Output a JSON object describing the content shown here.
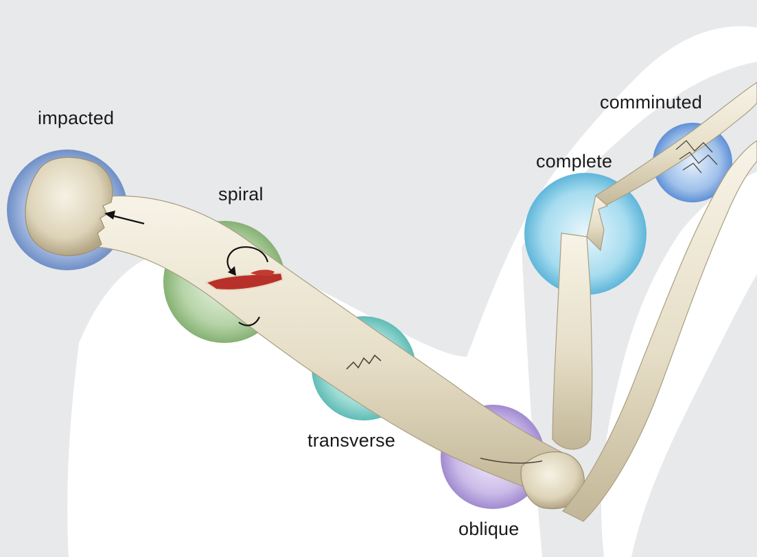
{
  "labels": {
    "impacted": "impacted",
    "spiral": "spiral",
    "transverse": "transverse",
    "oblique": "oblique",
    "complete": "complete",
    "comminuted": "comminuted"
  },
  "colors": {
    "silhouette": "#e7e8ea",
    "bone": "#ece5d2",
    "bone_shadow": "#b9ad92",
    "impacted_disc": "#7f9dd0",
    "spiral_disc": "#8fbb7f",
    "transverse_disc": "#6ec9c2",
    "oblique_disc": "#b09ad8",
    "complete_disc": "#6fc3e3",
    "comminuted_disc": "#6f9fdd",
    "wound": "#b8302a"
  }
}
